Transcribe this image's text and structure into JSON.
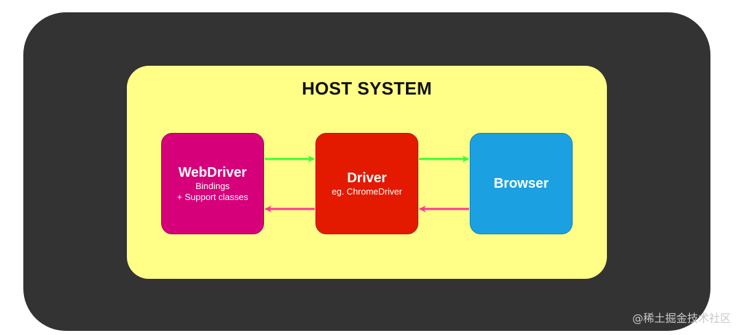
{
  "host": {
    "title": "HOST SYSTEM"
  },
  "components": {
    "webdriver": {
      "title": "WebDriver",
      "line1": "Bindings",
      "line2": "+ Support classes"
    },
    "driver": {
      "title": "Driver",
      "subtitle": "eg. ChromeDriver"
    },
    "browser": {
      "title": "Browser"
    }
  },
  "colors": {
    "outer": "#333333",
    "host": "#ffff88",
    "webdriver": "#d6007a",
    "driver": "#e31a00",
    "browser": "#1ba1e2",
    "request_arrow": "#33ff33",
    "response_arrow": "#ff3399"
  },
  "watermark": "@稀土掘金技术社区"
}
